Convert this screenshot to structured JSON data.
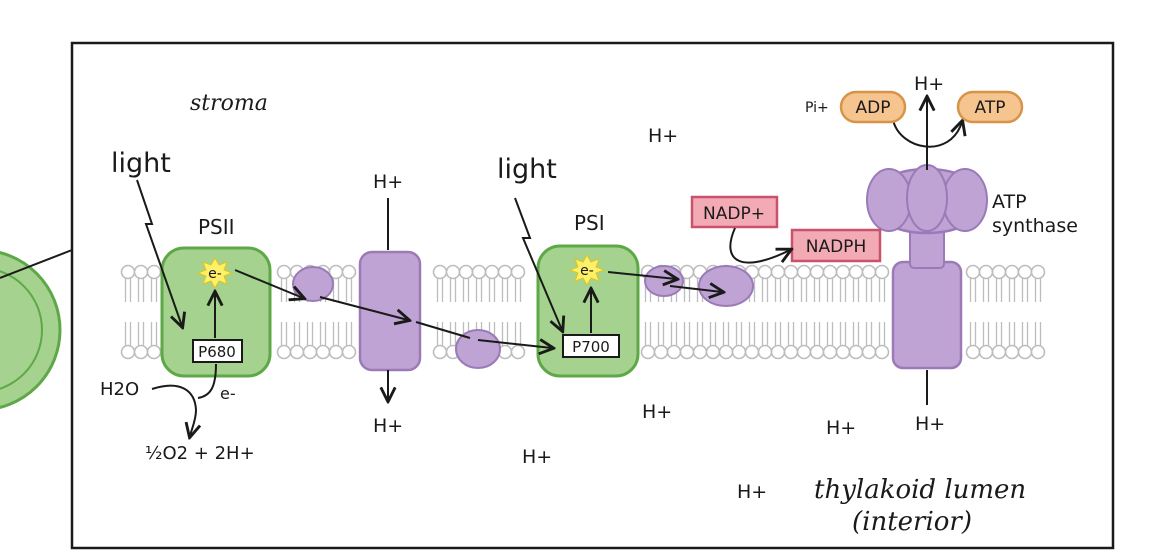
{
  "labels": {
    "stroma": "stroma",
    "light_1": "light",
    "light_2": "light",
    "ps2": "PSII",
    "ps1": "PSI",
    "p680": "P680",
    "p700": "P700",
    "electron_1": "e-",
    "electron_2": "e-",
    "electron_3": "e-",
    "water": "H2O",
    "water_products": "½O2 + 2H+",
    "nadp": "NADP+",
    "nadph": "NADPH",
    "pi": "Pi+",
    "adp": "ADP",
    "atp": "ATP",
    "atp_synthase_1": "ATP",
    "atp_synthase_2": "synthase",
    "lumen_1": "thylakoid lumen",
    "lumen_2": "(interior)",
    "proton": "H+"
  },
  "colors": {
    "photosystem_fill": "#a5d28e",
    "photosystem_stroke": "#5ea848",
    "protein_fill": "#bea3d4",
    "protein_stroke": "#9b7ab8",
    "nadp_fill": "#f2aab4",
    "nadp_stroke": "#c9536a",
    "adp_fill": "#f6c48f",
    "adp_stroke": "#d79448",
    "lipid": "#bdbdbd",
    "electron_fill": "#fff06a",
    "ink": "#1a1a1a"
  }
}
